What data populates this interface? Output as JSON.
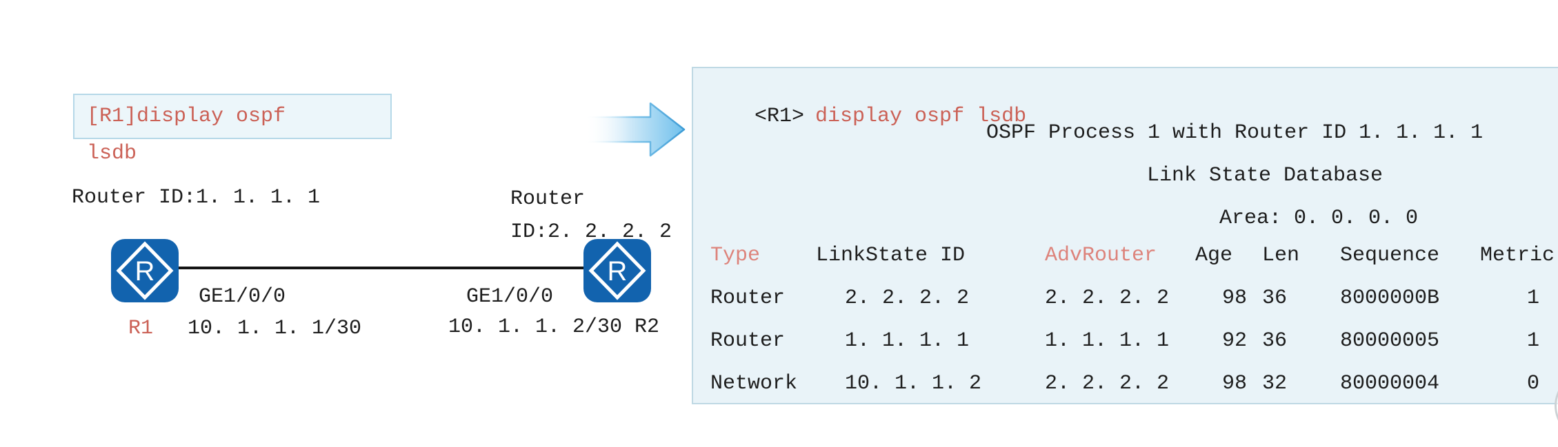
{
  "colors": {
    "accent_red": "#cb6156",
    "accent_red_soft": "#dd837b",
    "router_blue": "#1263ae",
    "panel_bg": "#e9f3f8",
    "panel_border": "#bfd9e4",
    "box_bg": "#ecf6fa",
    "box_border": "#b5d8e8",
    "ink": "#1d1d1d",
    "arrow_strong": "#6fc0ec"
  },
  "diagram": {
    "command_box": {
      "line1": "[R1]display ospf",
      "line2": "lsdb"
    },
    "r1": {
      "router_id": "Router ID:1. 1. 1. 1",
      "name": "R1",
      "interface": "GE1/0/0",
      "ip": "10. 1. 1. 1/30"
    },
    "r2": {
      "router_id_line1": "Router",
      "router_id_line2": "ID:2. 2. 2. 2",
      "interface": "GE1/0/0",
      "ip_and_name": "10. 1. 1. 2/30 R2"
    },
    "router_icon_letter": "R"
  },
  "terminal": {
    "prompt": "<R1>",
    "command": "display ospf lsdb",
    "process_line": "OSPF Process 1 with Router ID 1. 1. 1. 1",
    "database_line": "Link State Database",
    "area_line": "Area: 0. 0. 0. 0",
    "table": {
      "headers": [
        "Type",
        "LinkState ID",
        "AdvRouter",
        "Age",
        "Len",
        "Sequence",
        "Metric"
      ],
      "rows": [
        [
          "Router",
          "2. 2. 2. 2",
          "2. 2. 2. 2",
          "98",
          "36",
          "8000000B",
          "1"
        ],
        [
          "Router",
          "1. 1. 1. 1",
          "1. 1. 1. 1",
          "92",
          "36",
          "80000005",
          "1"
        ],
        [
          "Network",
          "10. 1. 1. 2",
          "2. 2. 2. 2",
          "98",
          "32",
          "80000004",
          "0"
        ]
      ]
    }
  }
}
